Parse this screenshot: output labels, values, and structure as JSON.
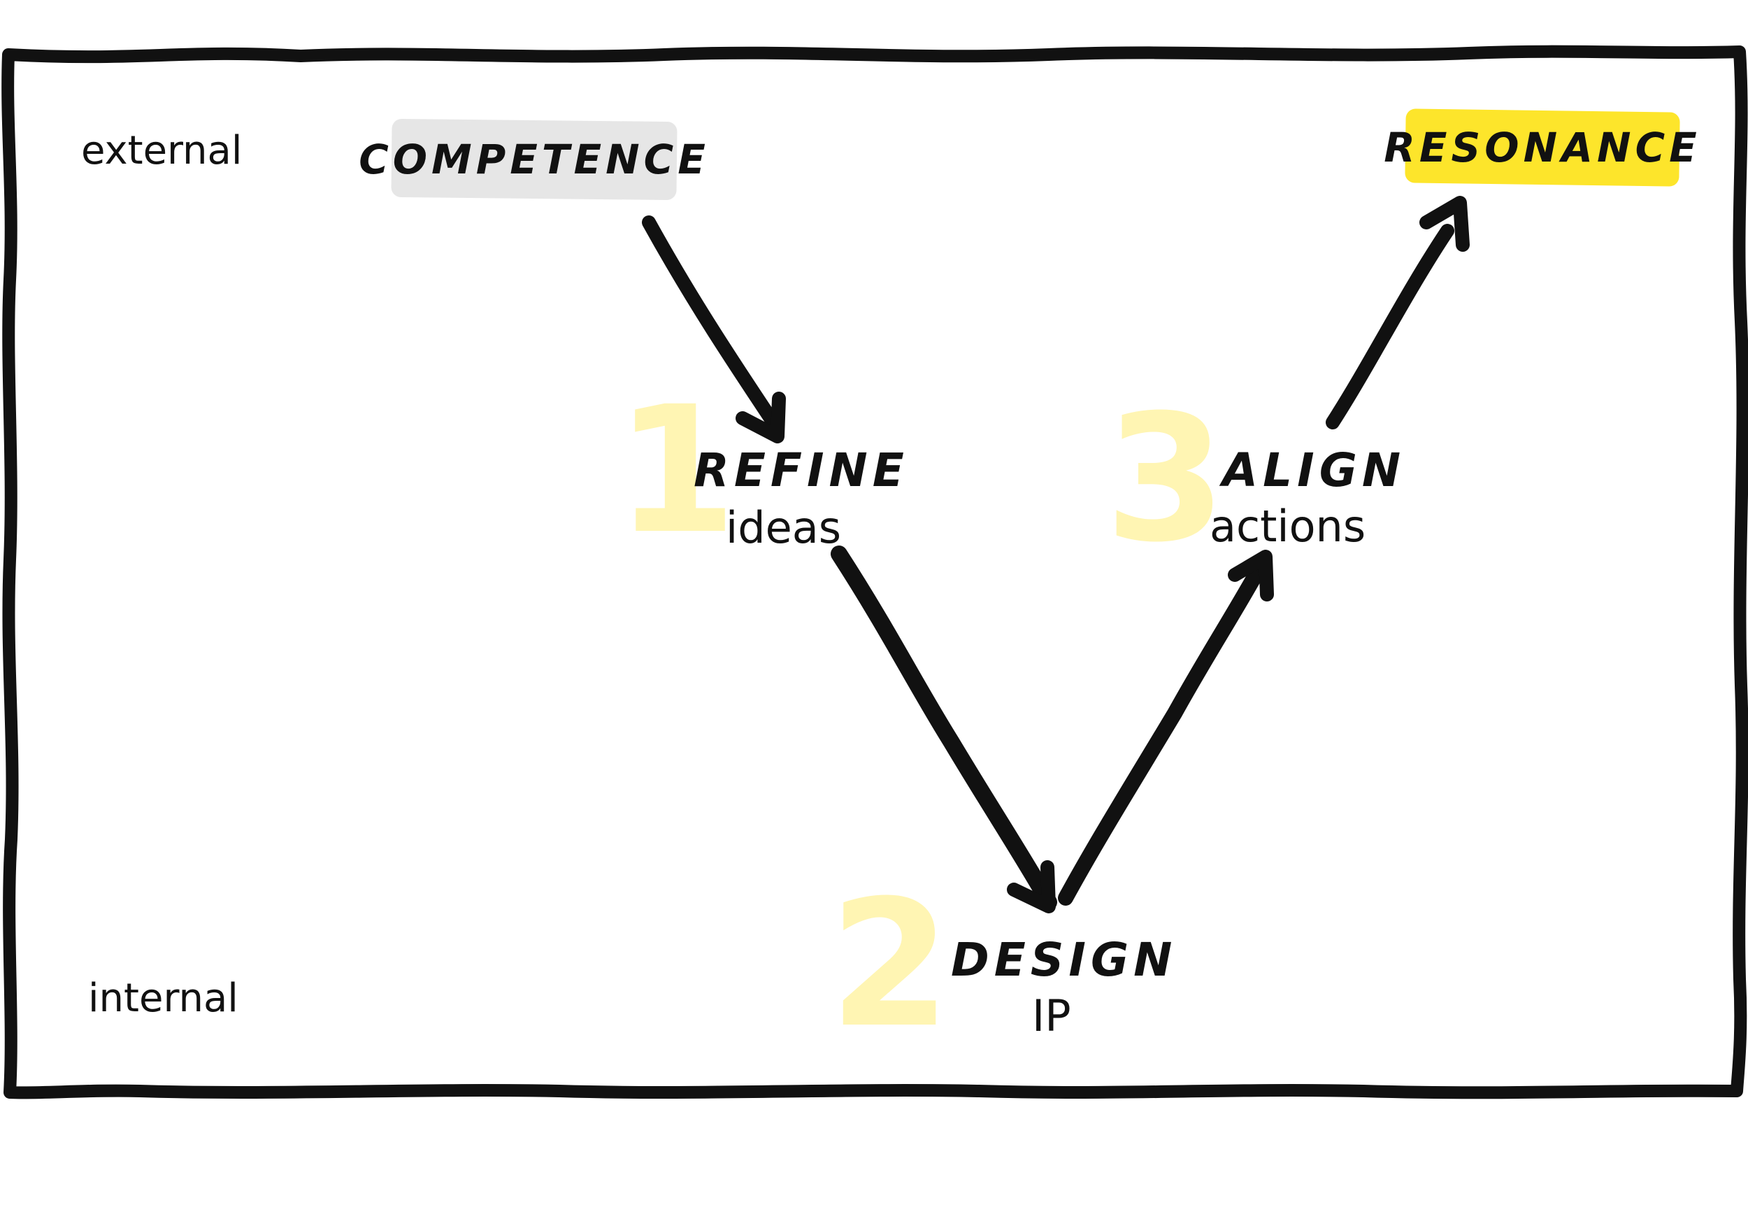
{
  "axis": {
    "top_label": "external",
    "bottom_label": "internal"
  },
  "start": {
    "label": "COMPETENCE",
    "color": "#e6e6e6"
  },
  "end": {
    "label": "RESONANCE",
    "color": "#fde52b"
  },
  "steps": [
    {
      "number": "1",
      "title": "REFINE",
      "subtitle": "ideas"
    },
    {
      "number": "2",
      "title": "DESIGN",
      "subtitle": "IP"
    },
    {
      "number": "3",
      "title": "ALIGN",
      "subtitle": "actions"
    }
  ],
  "colors": {
    "ink": "#111111",
    "step_number": "#fff5b3"
  }
}
